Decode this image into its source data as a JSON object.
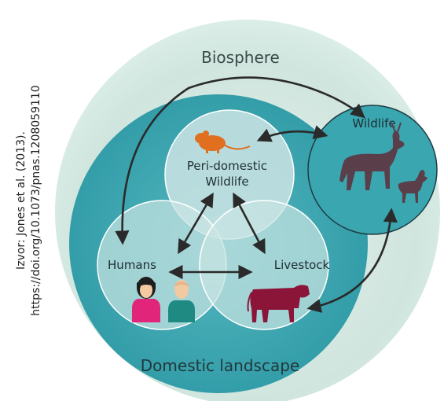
{
  "diagram": {
    "regions": {
      "biosphere": "Biosphere",
      "domestic_landscape": "Domestic landscape"
    },
    "nodes": {
      "wildlife": "Wildlife",
      "peri_domestic_line1": "Peri-domestic",
      "peri_domestic_line2": "Wildlife",
      "humans": "Humans",
      "livestock": "Livestock"
    },
    "icons": [
      "rat-icon",
      "deer-icon",
      "fawn-icon",
      "person-female-icon",
      "person-male-icon",
      "cow-icon"
    ]
  },
  "attribution": {
    "line1": "Izvor: Jones et al. (2013).",
    "line2": "https://doi.org/10.1073/pnas.1208059110"
  },
  "colors": {
    "biosphere": "#cfe5dd",
    "domestic": "#3aa8b2",
    "inner_circle": "#c8e3e2",
    "arrow": "#2a2a2a",
    "rat": "#e07020",
    "deer": "#5a3f4a",
    "cow": "#8a1538",
    "human_female": "#e0257a",
    "human_male": "#1f8a82"
  }
}
